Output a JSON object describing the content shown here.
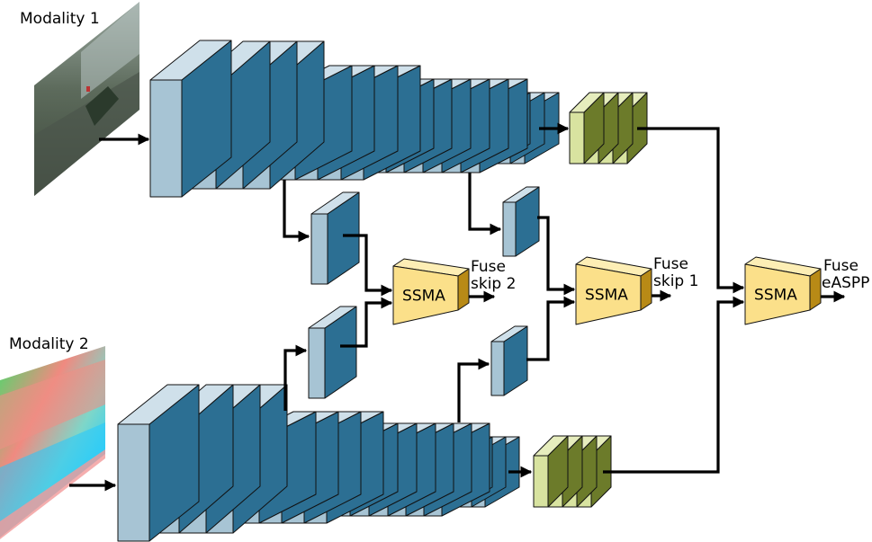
{
  "labels": {
    "modality1": "Modality 1",
    "modality2": "Modality 2",
    "fuse_skip2": [
      "Fuse",
      "skip 2"
    ],
    "fuse_skip1": [
      "Fuse",
      "skip 1"
    ],
    "fuse_easpp": [
      "Fuse",
      "eASPP"
    ]
  },
  "ssma_blocks": [
    {
      "id": "ssma-skip2",
      "label": "SSMA"
    },
    {
      "id": "ssma-skip1",
      "label": "SSMA"
    },
    {
      "id": "ssma-easpp",
      "label": "SSMA"
    }
  ],
  "colors": {
    "encoder_front": "#a7c4d4",
    "encoder_side": "#2c6f93",
    "encoder_top": "#cfe0ea",
    "aspp_front": "#d8e3a0",
    "aspp_side": "#6c7b2a",
    "aspp_top": "#e6edbd",
    "ssma_front": "#fbe08a",
    "ssma_side": "#b88a16",
    "ssma_top": "#fdeeb5",
    "stroke": "#111111"
  }
}
